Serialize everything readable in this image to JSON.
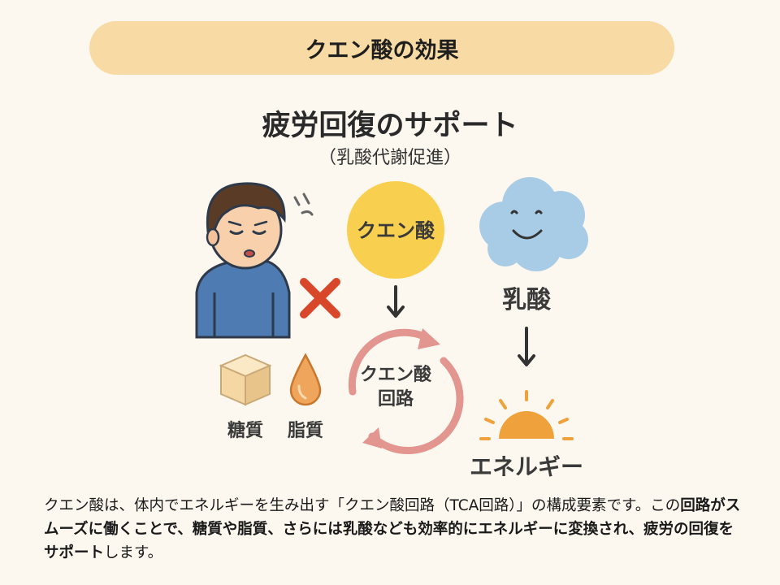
{
  "header": {
    "title": "クエン酸の効果"
  },
  "section": {
    "title": "疲労回復のサポート",
    "note": "（乳酸代謝促進）"
  },
  "diagram": {
    "citric_acid_label": "クエン酸",
    "cycle_label_line1": "クエン酸",
    "cycle_label_line2": "回路",
    "lactic_acid_label": "乳酸",
    "energy_label": "エネルギー",
    "sugar_label": "糖質",
    "fat_label": "脂質",
    "colors": {
      "citric_circle": "#f9cf4f",
      "cycle_arrow": "#e3968f",
      "cloud": "#a9cce6",
      "sun": "#efa23c",
      "cross": "#d9472b",
      "banner": "#f8dba4"
    },
    "icons": [
      "tired-person-icon",
      "cross-icon",
      "sugar-cube-icon",
      "fat-drop-icon",
      "cloud-face-icon",
      "sun-icon",
      "cycle-arrows-icon"
    ]
  },
  "description": {
    "part1": "クエン酸は、体内でエネルギーを生み出す「クエン酸回路（TCA回路）」の構成要素です。この",
    "part2_bold": "回路がスムーズに働くことで、糖質や脂質、さらには乳酸なども効率的にエネルギーに変換され、疲労の回復をサポート",
    "part3": "します。"
  }
}
